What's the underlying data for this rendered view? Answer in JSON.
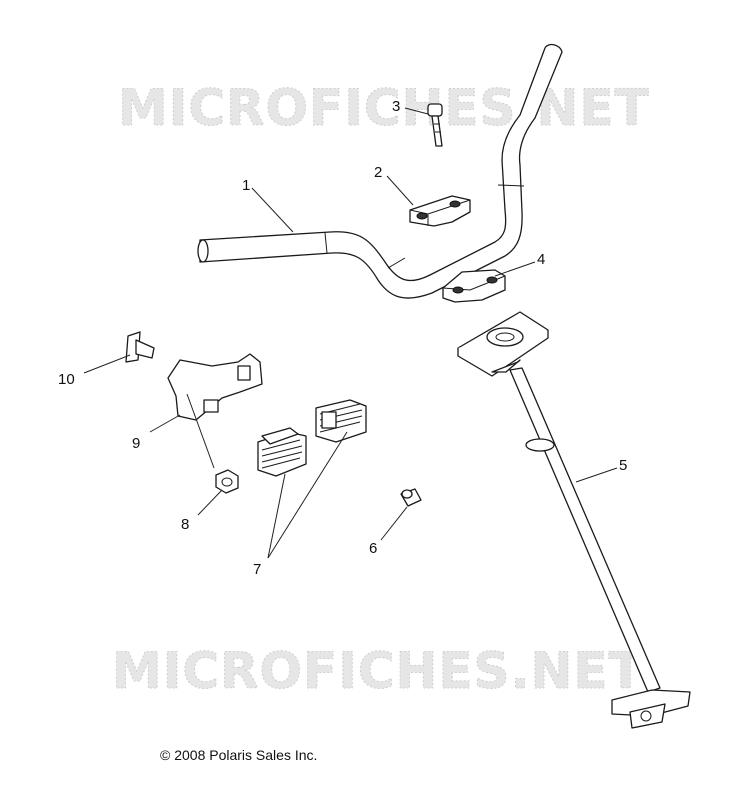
{
  "watermark": {
    "text": "MICROFICHES.NET"
  },
  "callouts": [
    {
      "id": "1",
      "label": "1"
    },
    {
      "id": "2",
      "label": "2"
    },
    {
      "id": "3",
      "label": "3"
    },
    {
      "id": "4",
      "label": "4"
    },
    {
      "id": "5",
      "label": "5"
    },
    {
      "id": "6",
      "label": "6"
    },
    {
      "id": "7",
      "label": "7"
    },
    {
      "id": "8",
      "label": "8"
    },
    {
      "id": "9",
      "label": "9"
    },
    {
      "id": "10",
      "label": "10"
    }
  ],
  "copyright": "© 2008 Polaris Sales Inc."
}
